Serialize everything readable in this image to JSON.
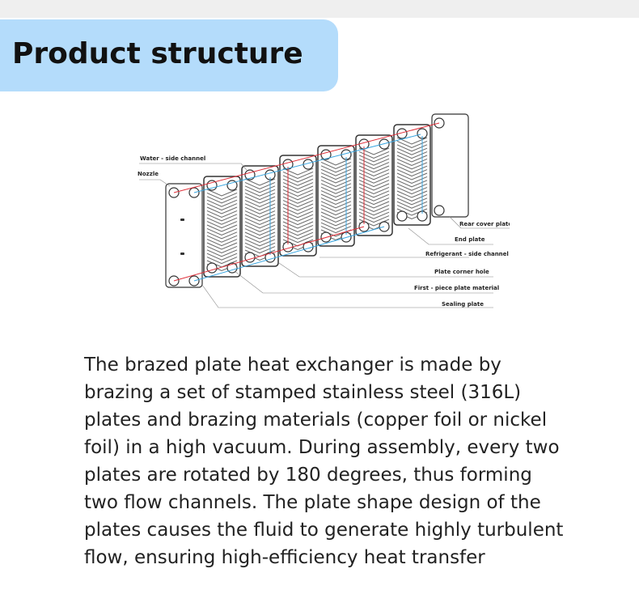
{
  "header": {
    "title": "Product structure"
  },
  "diagram": {
    "labels": {
      "water_side_channel": "Water - side channel",
      "nozzle": "Nozzle",
      "rear_cover_plate": "Rear cover plate",
      "end_plate": "End plate",
      "refrigerant_side_channel": "Refrigerant - side channel",
      "plate_corner_hole": "Plate corner hole",
      "first_piece_plate_material": "First - piece plate material",
      "sealing_plate": "Sealing plate"
    },
    "colors": {
      "hot": "#e0303a",
      "cold": "#3aa6e0"
    }
  },
  "description": "The brazed plate heat exchanger is made by brazing a set of stamped stainless steel (316L) plates and brazing materials (copper foil or nickel foil) in a high vacuum. During assembly, every two plates are rotated by 180 degrees, thus forming two flow channels. The plate shape design of the plates causes the fluid to generate highly turbulent flow, ensuring high-efficiency heat transfer"
}
